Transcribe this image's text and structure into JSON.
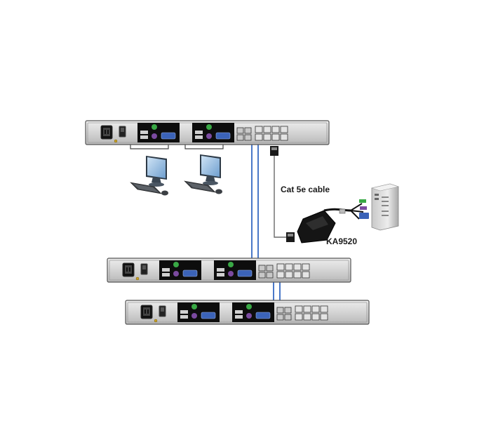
{
  "labels": {
    "cable": "Cat 5e cable",
    "adapter": "KA9520"
  },
  "colors": {
    "background": "#ffffff",
    "chassis": "#d6d6d6",
    "chassis_edge": "#555555",
    "panel": "#0d0d0d",
    "cable_blue": "#4a78c8",
    "cable_gray": "#6a6a6a",
    "port_green": "#39a845",
    "port_purple": "#7b4aa0",
    "vga_blue": "#3b63b8"
  },
  "icons": [
    "kvm-switch-device",
    "computer-monitor-icon",
    "keyboard-icon",
    "mouse-icon",
    "tower-computer-icon",
    "kvm-adapter-dongle-icon"
  ]
}
